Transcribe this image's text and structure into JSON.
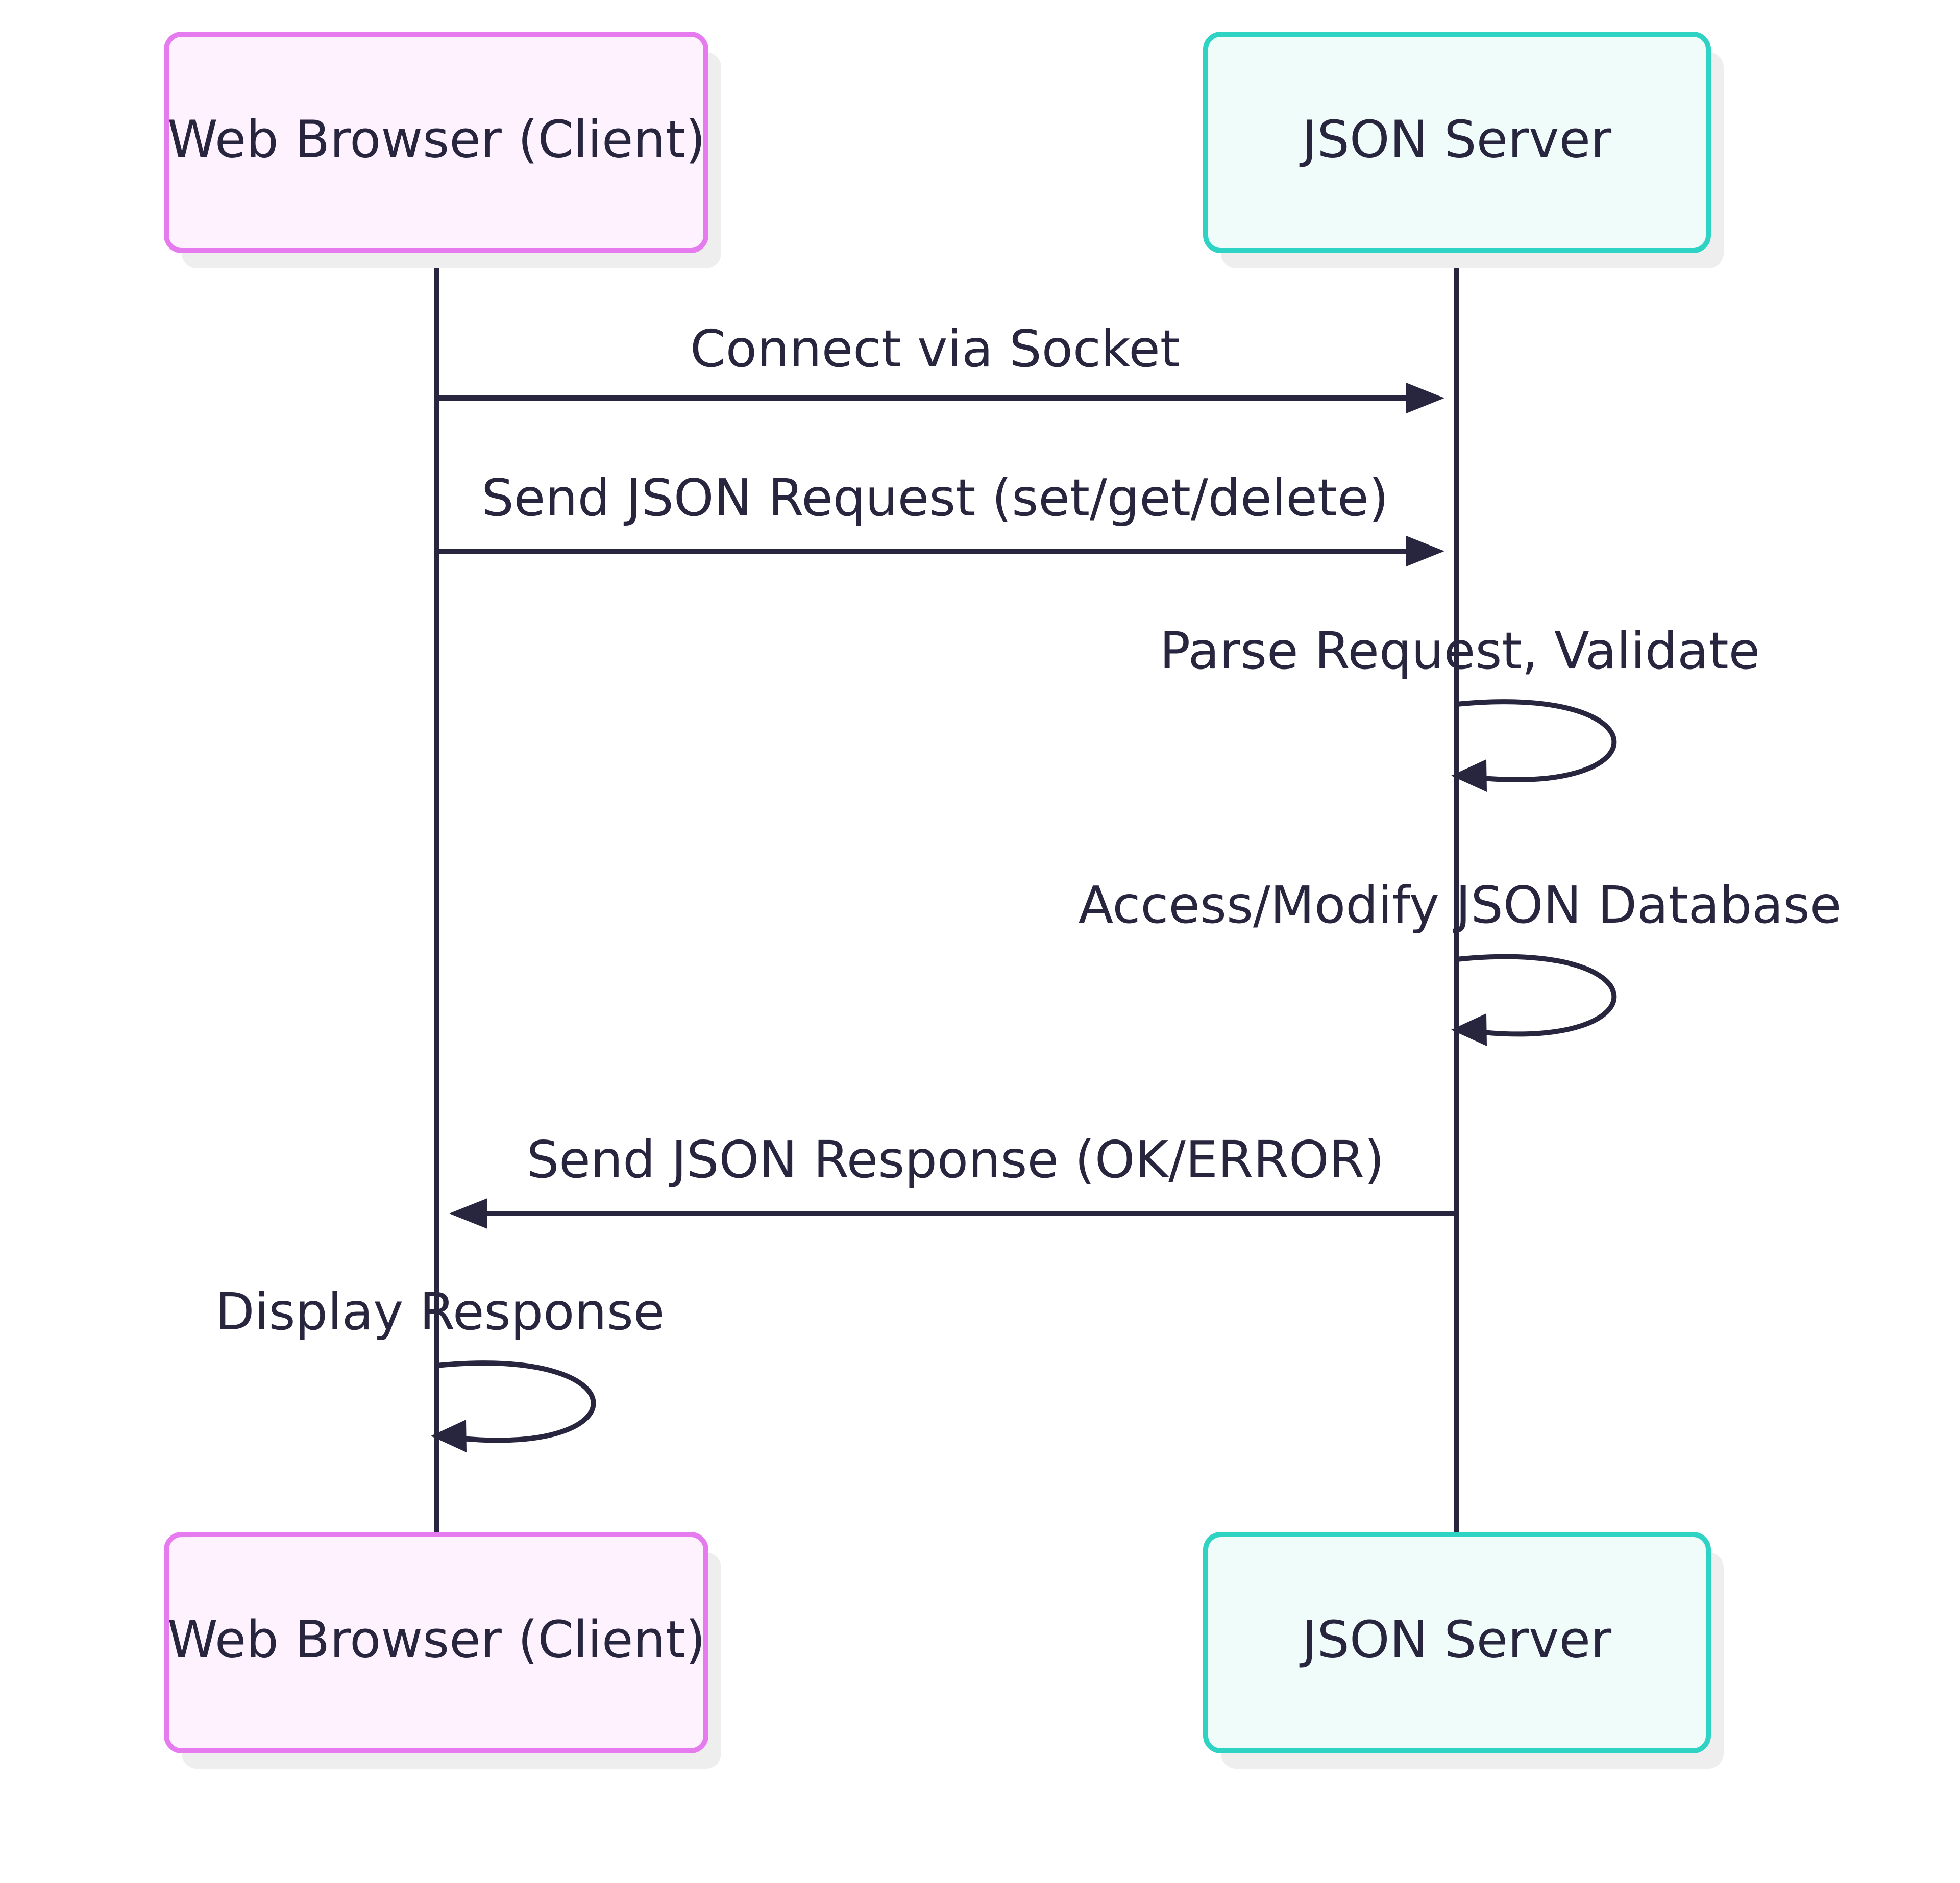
{
  "colors": {
    "ink": "#28253f",
    "client_border": "#e57bef",
    "client_fill": "#fdf2fd",
    "server_border": "#2fd3c3",
    "server_fill": "#effcfa",
    "shadow": "#eeeeee",
    "background": "#ffffff"
  },
  "participants": [
    {
      "id": "client",
      "label": "Web Browser (Client)"
    },
    {
      "id": "server",
      "label": "JSON Server"
    }
  ],
  "messages": [
    {
      "from": "client",
      "to": "server",
      "label": "Connect via Socket"
    },
    {
      "from": "client",
      "to": "server",
      "label": "Send JSON Request (set/get/delete)"
    },
    {
      "from": "server",
      "to": "server",
      "label": "Parse Request, Validate"
    },
    {
      "from": "server",
      "to": "server",
      "label": "Access/Modify JSON Database"
    },
    {
      "from": "server",
      "to": "client",
      "label": "Send JSON Response (OK/ERROR)"
    },
    {
      "from": "client",
      "to": "client",
      "label": "Display Response"
    }
  ]
}
